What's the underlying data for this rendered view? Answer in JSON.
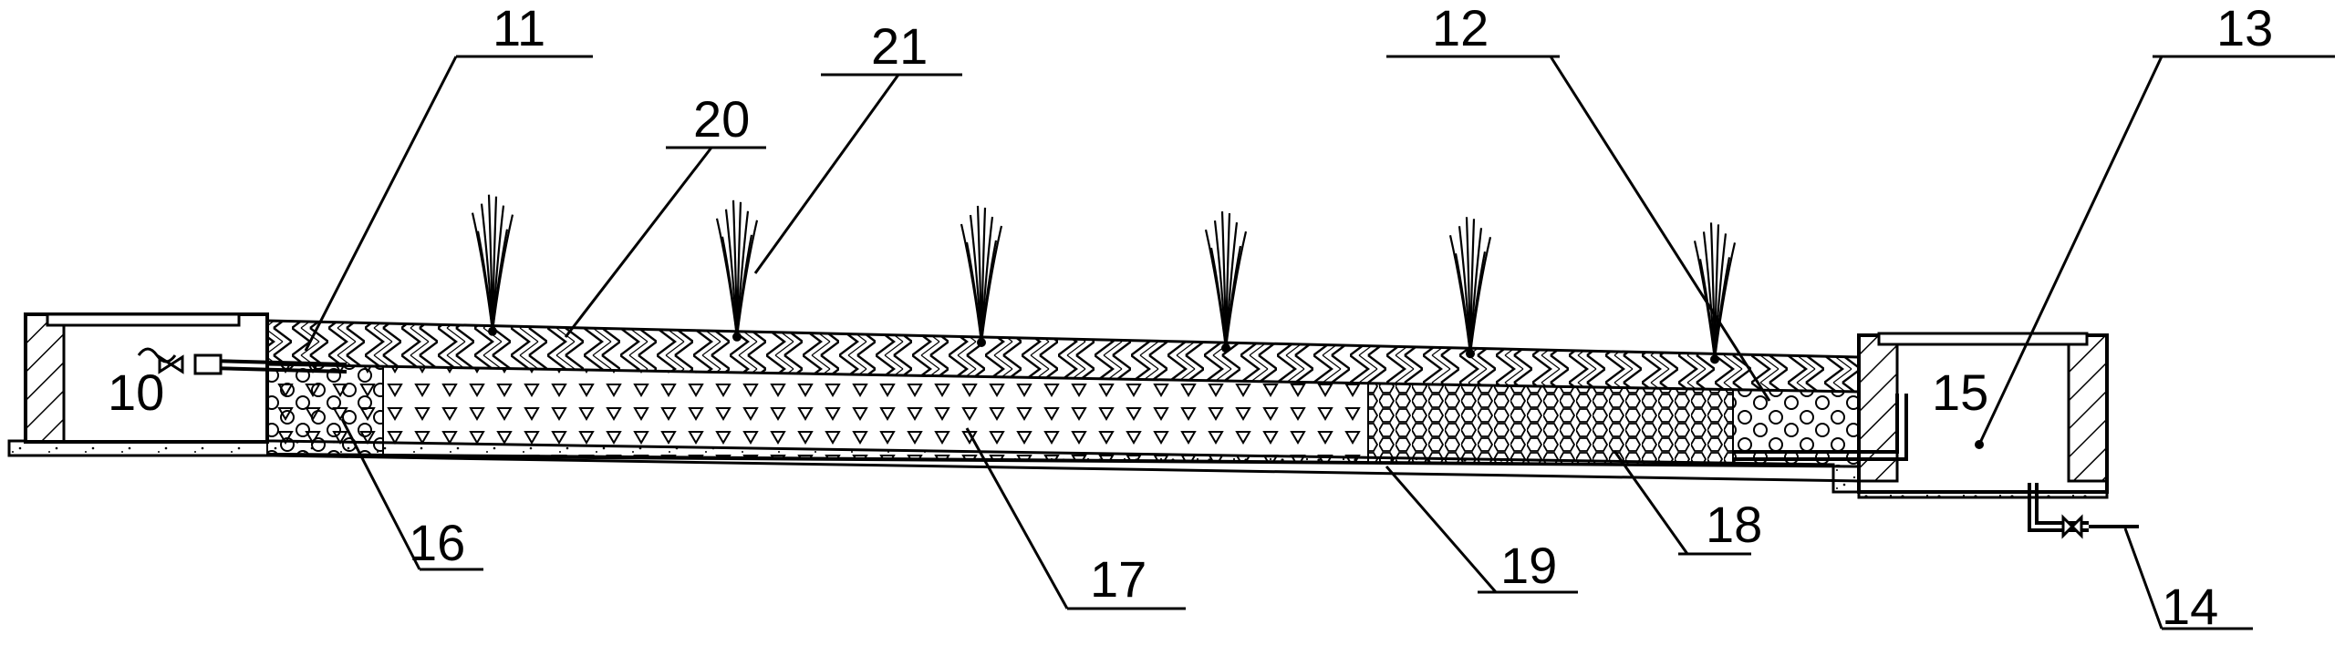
{
  "labels": {
    "l10": "10",
    "l11": "11",
    "l12": "12",
    "l13": "13",
    "l14": "14",
    "l15": "15",
    "l16": "16",
    "l17": "17",
    "l18": "18",
    "l19": "19",
    "l20": "20",
    "l21": "21"
  },
  "colors": {
    "stroke": "#000000",
    "background": "#ffffff"
  },
  "plant_count": 6
}
